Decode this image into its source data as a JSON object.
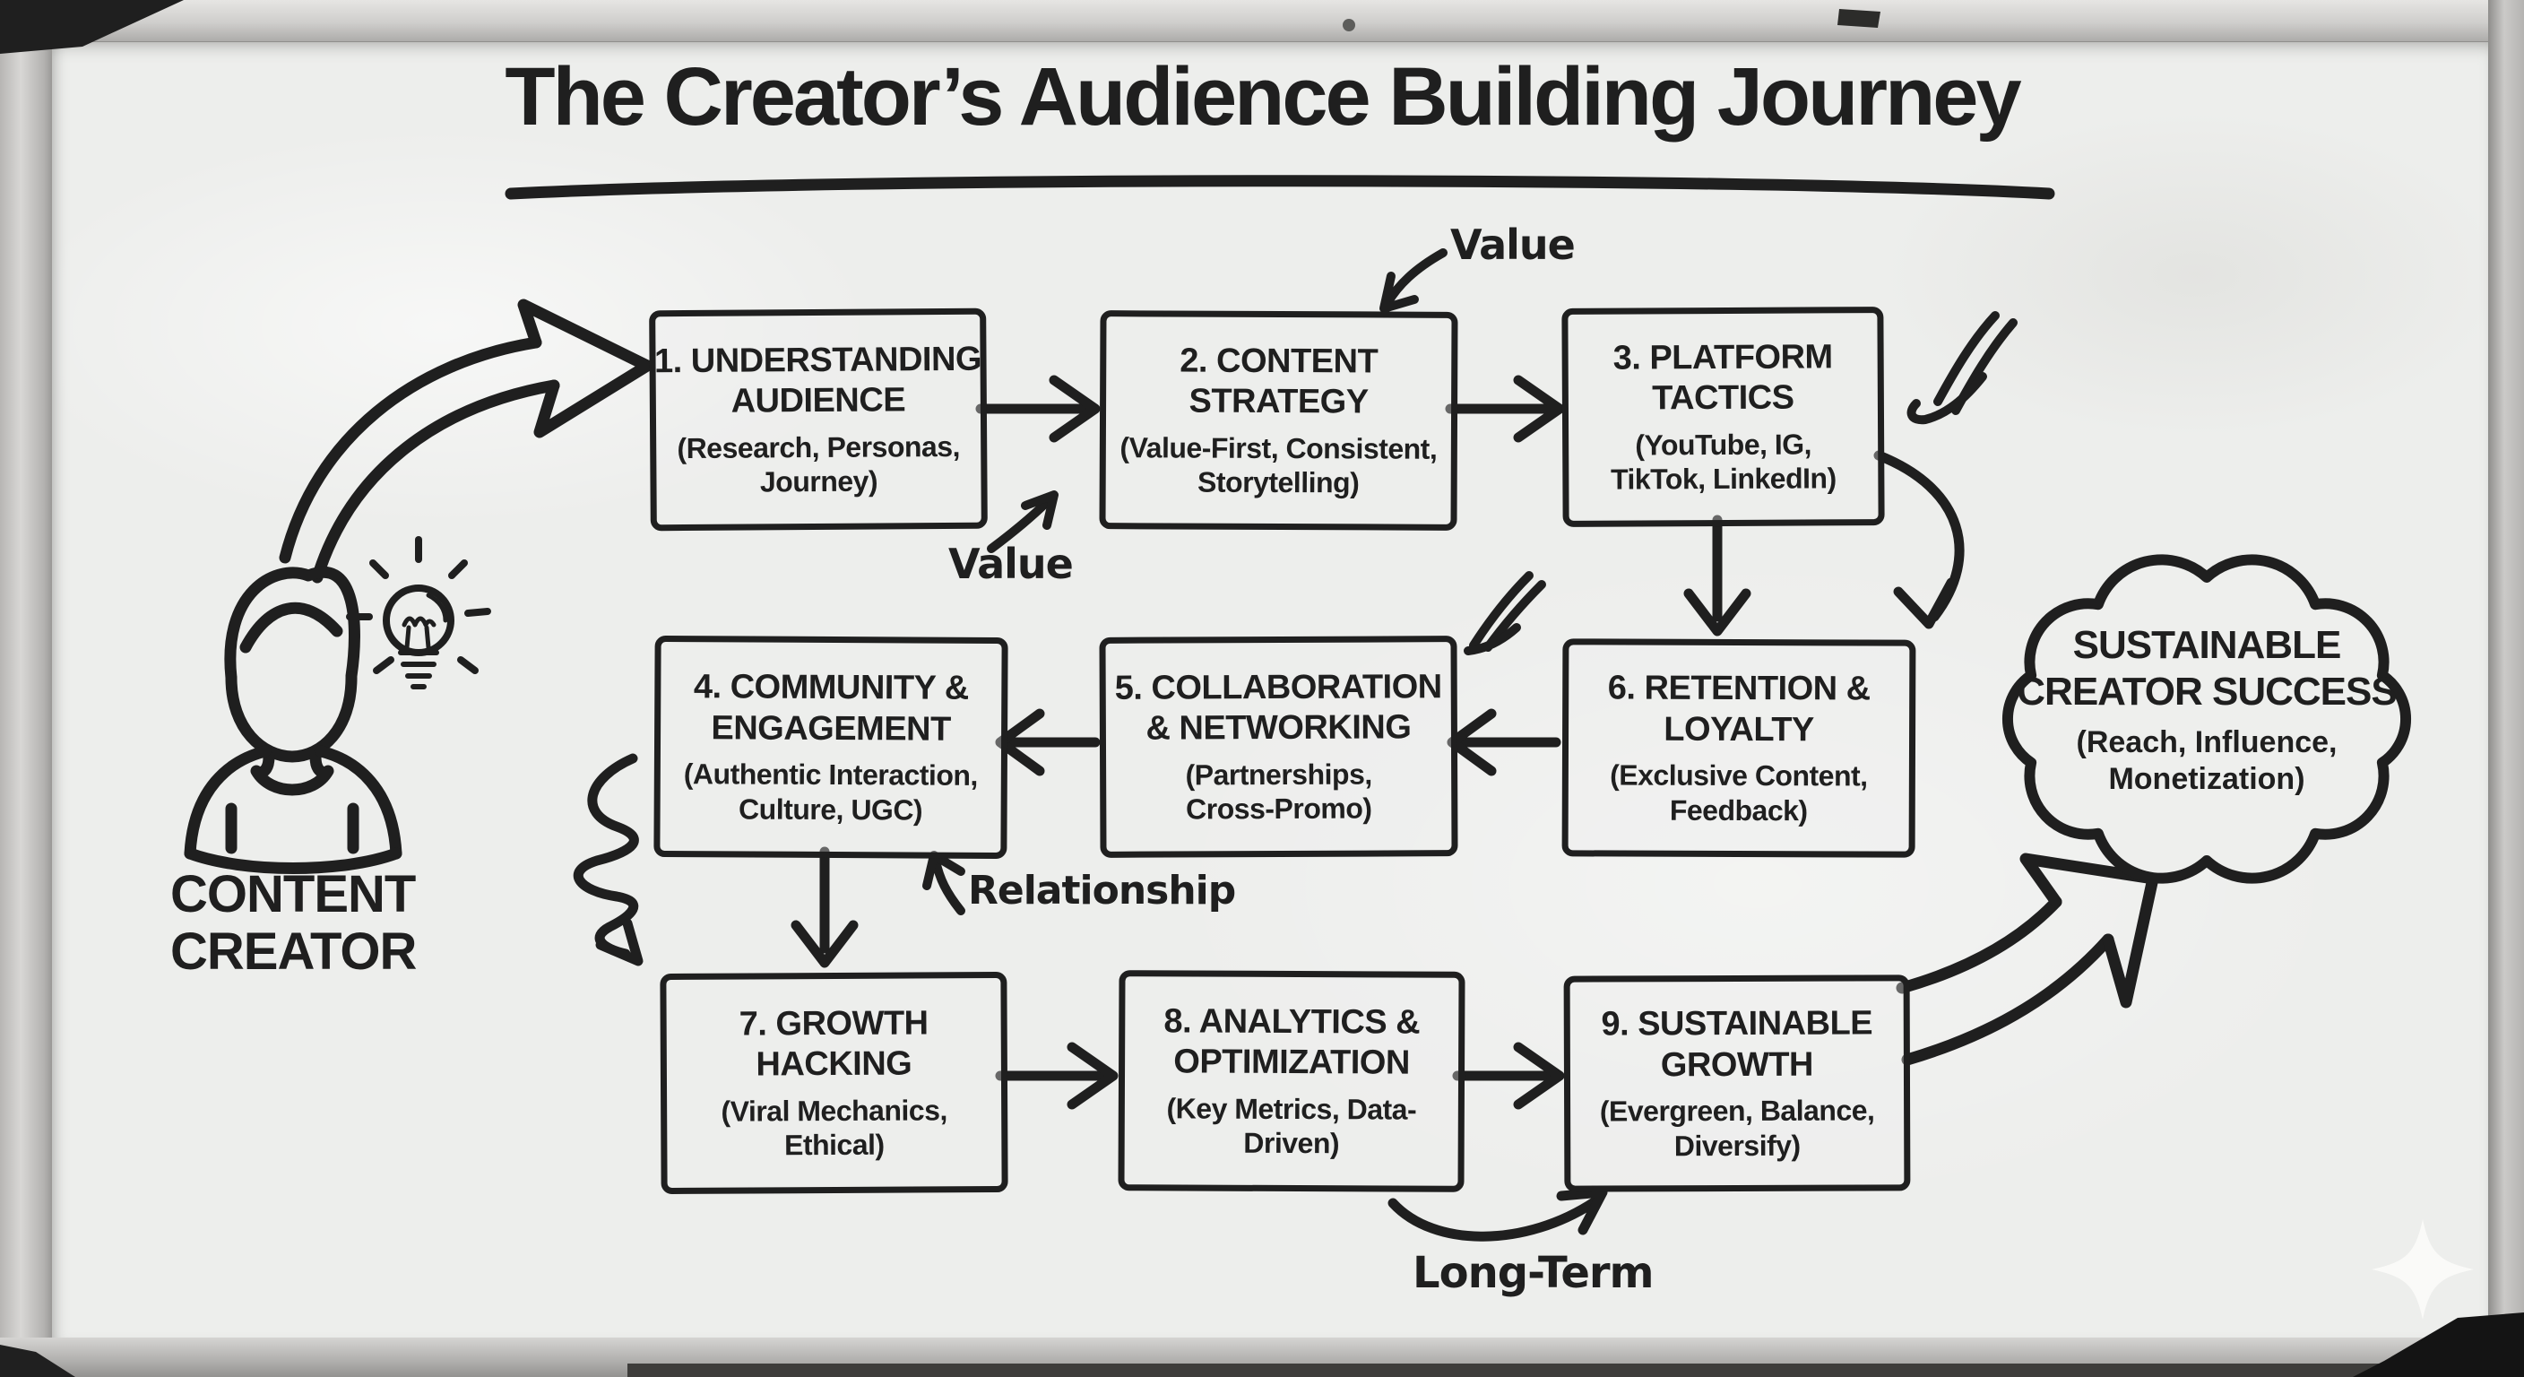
{
  "title": "The Creator’s Audience Building Journey",
  "creator": {
    "label": [
      "CONTENT",
      "CREATOR"
    ]
  },
  "steps": [
    {
      "title": [
        "1. UNDERSTANDING",
        "AUDIENCE"
      ],
      "subtitle": [
        "(Research, Personas,",
        "Journey)"
      ]
    },
    {
      "title": [
        "2. CONTENT",
        "STRATEGY"
      ],
      "subtitle": [
        "(Value-First, Consistent,",
        "Storytelling)"
      ]
    },
    {
      "title": [
        "3. PLATFORM",
        "TACTICS"
      ],
      "subtitle": [
        "(YouTube, IG,",
        "TikTok, LinkedIn)"
      ]
    },
    {
      "title": [
        "4. COMMUNITY &",
        "ENGAGEMENT"
      ],
      "subtitle": [
        "(Authentic Interaction,",
        "Culture, UGC)"
      ]
    },
    {
      "title": [
        "5. COLLABORATION",
        "& NETWORKING"
      ],
      "subtitle": [
        "(Partnerships,",
        "Cross-Promo)"
      ]
    },
    {
      "title": [
        "6. RETENTION &",
        "LOYALTY"
      ],
      "subtitle": [
        "(Exclusive Content,",
        "Feedback)"
      ]
    },
    {
      "title": [
        "7. GROWTH",
        "HACKING"
      ],
      "subtitle": [
        "(Viral Mechanics,",
        "Ethical)"
      ]
    },
    {
      "title": [
        "8. ANALYTICS &",
        "OPTIMIZATION"
      ],
      "subtitle": [
        "(Key Metrics, Data-",
        "Driven)"
      ]
    },
    {
      "title": [
        "9. SUSTAINABLE",
        "GROWTH"
      ],
      "subtitle": [
        "(Evergreen, Balance,",
        "Diversify)"
      ]
    }
  ],
  "cloud": {
    "title": [
      "SUSTAINABLE",
      "CREATOR SUCCESS"
    ],
    "subtitle": [
      "(Reach, Influence,",
      "Monetization)"
    ]
  },
  "annotations": {
    "value_top": "Value",
    "value_bottom": "Value",
    "relationship": "Relationship",
    "long_term": "Long-Term"
  },
  "colors": {
    "ink": "#1f1f1f",
    "board": "#edeeec",
    "frame_light": "#d8d7d5",
    "frame_dark": "#939290"
  }
}
